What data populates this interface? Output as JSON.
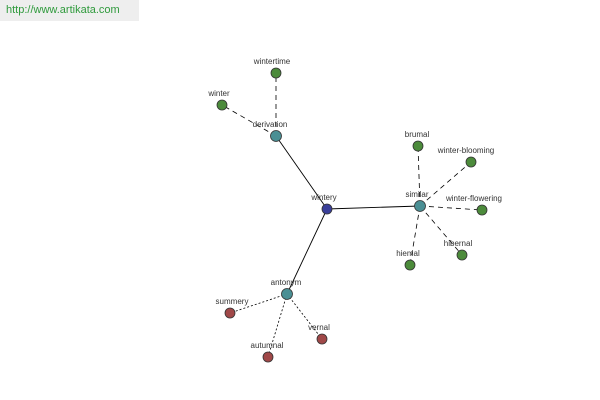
{
  "banner": {
    "url": "http://www.artikata.com"
  },
  "colors": {
    "center": "#3a3f9a",
    "hub": "#4a8f94",
    "synonym": "#4c8b3b",
    "antonym_leaf": "#a04848",
    "edge": "#000000"
  },
  "graph": {
    "nodes": [
      {
        "id": "wintery",
        "label": "wintery",
        "kind": "center"
      },
      {
        "id": "derivation",
        "label": "derivation",
        "kind": "hub"
      },
      {
        "id": "similar",
        "label": "similar",
        "kind": "hub"
      },
      {
        "id": "antonym",
        "label": "antonym",
        "kind": "hub"
      },
      {
        "id": "wintertime",
        "label": "wintertime",
        "kind": "synonym"
      },
      {
        "id": "winter",
        "label": "winter",
        "kind": "synonym"
      },
      {
        "id": "brumal",
        "label": "brumal",
        "kind": "synonym"
      },
      {
        "id": "winter-blooming",
        "label": "winter-blooming",
        "kind": "synonym"
      },
      {
        "id": "winter-flowering",
        "label": "winter-flowering",
        "kind": "synonym"
      },
      {
        "id": "hibernal",
        "label": "hibernal",
        "kind": "synonym"
      },
      {
        "id": "hiemal",
        "label": "hiemal",
        "kind": "synonym"
      },
      {
        "id": "summery",
        "label": "summery",
        "kind": "antonym_leaf"
      },
      {
        "id": "autumnal",
        "label": "autumnal",
        "kind": "antonym_leaf"
      },
      {
        "id": "vernal",
        "label": "vernal",
        "kind": "antonym_leaf"
      }
    ],
    "edges": [
      {
        "from": "wintery",
        "to": "derivation",
        "style": "solid"
      },
      {
        "from": "wintery",
        "to": "similar",
        "style": "solid"
      },
      {
        "from": "wintery",
        "to": "antonym",
        "style": "solid"
      },
      {
        "from": "derivation",
        "to": "wintertime",
        "style": "dashed"
      },
      {
        "from": "derivation",
        "to": "winter",
        "style": "dashed"
      },
      {
        "from": "similar",
        "to": "brumal",
        "style": "dashed"
      },
      {
        "from": "similar",
        "to": "winter-blooming",
        "style": "dashed"
      },
      {
        "from": "similar",
        "to": "winter-flowering",
        "style": "dashed"
      },
      {
        "from": "similar",
        "to": "hibernal",
        "style": "dashed"
      },
      {
        "from": "similar",
        "to": "hiemal",
        "style": "dashed"
      },
      {
        "from": "antonym",
        "to": "summery",
        "style": "dotted"
      },
      {
        "from": "antonym",
        "to": "autumnal",
        "style": "dotted"
      },
      {
        "from": "antonym",
        "to": "vernal",
        "style": "dotted"
      }
    ]
  }
}
